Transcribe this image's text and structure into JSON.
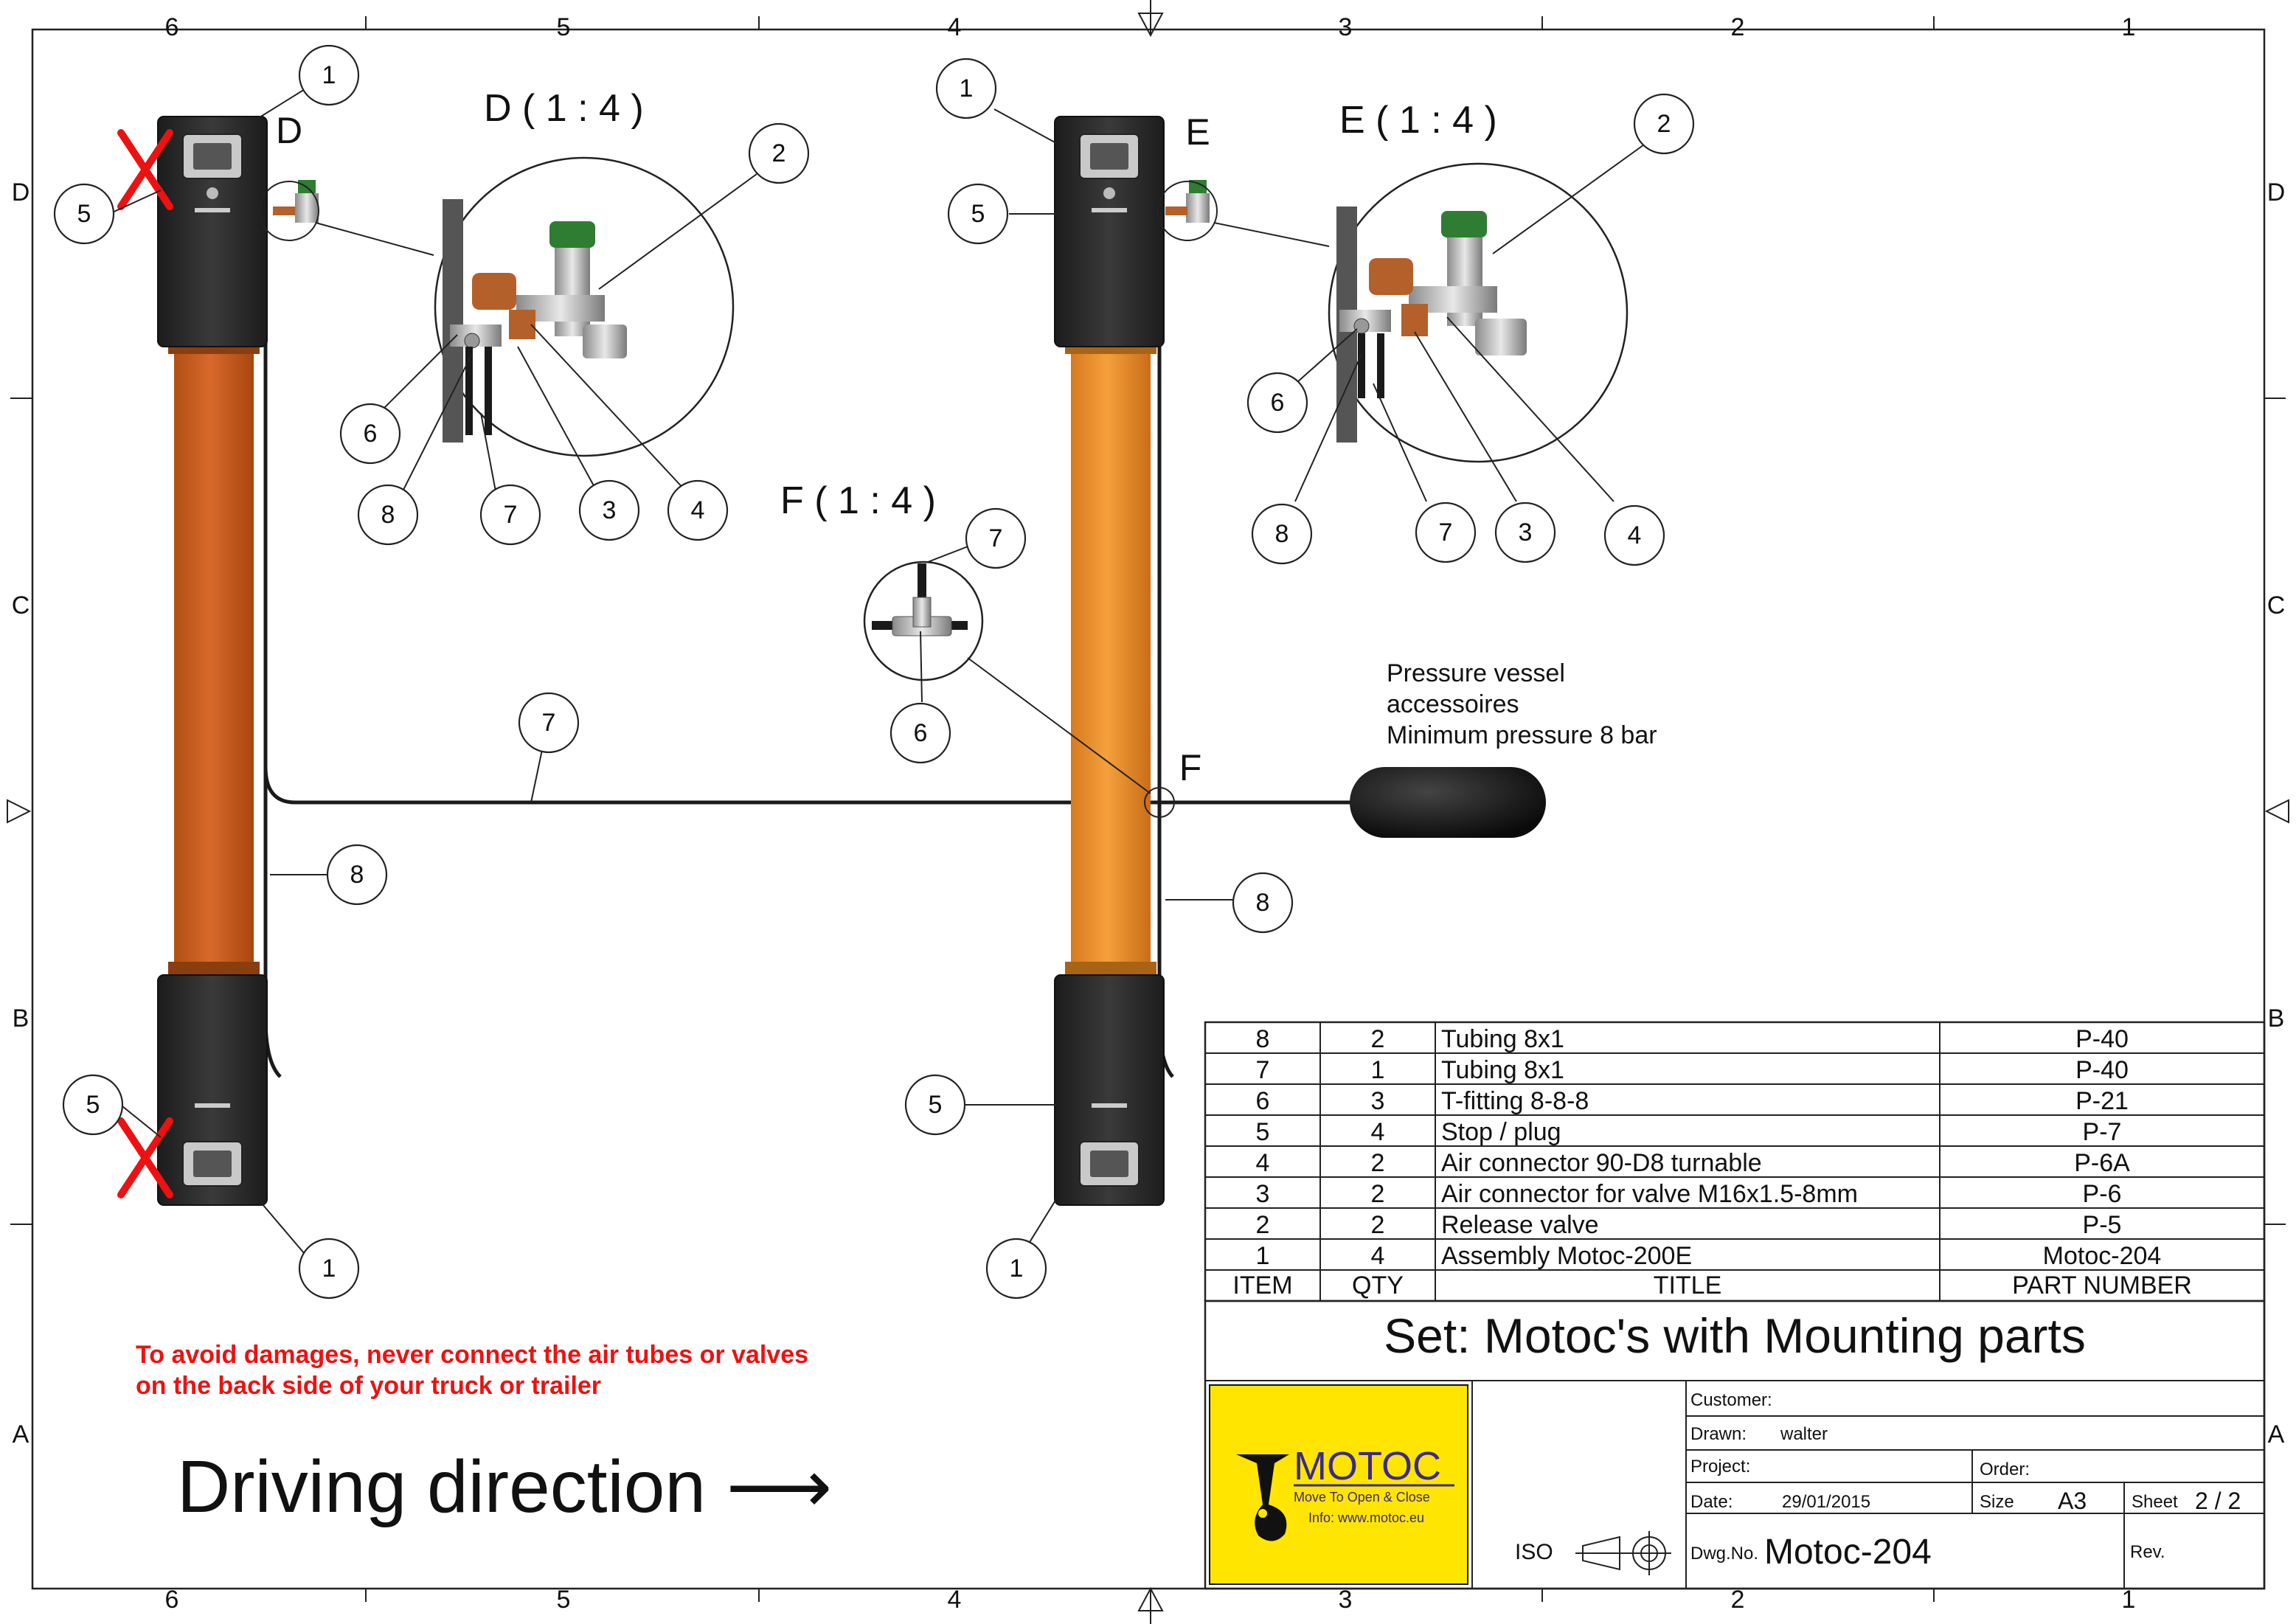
{
  "border": {
    "column_labels": [
      "6",
      "5",
      "4",
      "3",
      "2",
      "1"
    ],
    "row_labels": [
      "D",
      "C",
      "B",
      "A"
    ]
  },
  "details": {
    "d": {
      "title": "D ( 1 : 4 )",
      "marker": "D"
    },
    "e": {
      "title": "E ( 1 : 4 )",
      "marker": "E"
    },
    "f": {
      "title": "F ( 1 : 4 )",
      "marker": "F"
    }
  },
  "callouts": {
    "left_top_1": "1",
    "left_top_5": "5",
    "left_bottom_5": "5",
    "left_bottom_1": "1",
    "left_8": "8",
    "d_2": "2",
    "d_6": "6",
    "d_8": "8",
    "d_7": "7",
    "d_3": "3",
    "d_4": "4",
    "center_1": "1",
    "center_5": "5",
    "center_bottom_5": "5",
    "center_bottom_1": "1",
    "center_8": "8",
    "e_2": "2",
    "e_6": "6",
    "e_8": "8",
    "e_7": "7",
    "e_3": "3",
    "e_4": "4",
    "f_7": "7",
    "f_6": "6",
    "tube_7": "7"
  },
  "vessel": {
    "lines": [
      "Pressure vessel",
      "accessoires",
      "Minimum pressure 8 bar"
    ]
  },
  "warning": {
    "lines": [
      "To avoid damages, never connect the air tubes or valves",
      "on the back side of your truck or trailer"
    ],
    "color": "#ee1111"
  },
  "driving_direction": "Driving direction ⟶",
  "bom": {
    "headers": [
      "ITEM",
      "QTY",
      "TITLE",
      "PART NUMBER"
    ],
    "rows": [
      {
        "item": "8",
        "qty": "2",
        "title": "Tubing 8x1",
        "part": "P-40"
      },
      {
        "item": "7",
        "qty": "1",
        "title": "Tubing 8x1",
        "part": "P-40"
      },
      {
        "item": "6",
        "qty": "3",
        "title": "T-fitting 8-8-8",
        "part": "P-21"
      },
      {
        "item": "5",
        "qty": "4",
        "title": "Stop / plug",
        "part": "P-7"
      },
      {
        "item": "4",
        "qty": "2",
        "title": "Air connector 90-D8 turnable",
        "part": "P-6A"
      },
      {
        "item": "3",
        "qty": "2",
        "title": "Air connector for valve M16x1.5-8mm",
        "part": "P-6"
      },
      {
        "item": "2",
        "qty": "2",
        "title": "Release valve",
        "part": "P-5"
      },
      {
        "item": "1",
        "qty": "4",
        "title": "Assembly Motoc-200E",
        "part": "Motoc-204"
      }
    ]
  },
  "title_block": {
    "set_title": "Set: Motoc's with Mounting parts",
    "logo_name": "MOTOC",
    "logo_tagline": "Move To Open & Close",
    "logo_info": "Info: www.motoc.eu",
    "customer_label": "Customer:",
    "drawn_label": "Drawn:",
    "drawn_value": "walter",
    "project_label": "Project:",
    "order_label": "Order:",
    "date_label": "Date:",
    "date_value": "29/01/2015",
    "size_label": "Size",
    "size_value": "A3",
    "sheet_label": "Sheet",
    "sheet_value": "2 / 2",
    "iso_label": "ISO",
    "dwg_label": "Dwg.No.",
    "dwg_value": "Motoc-204",
    "rev_label": "Rev."
  },
  "colors": {
    "beam_orange": "#d2651f",
    "beam_orange_light": "#f09a35",
    "housing_dark": "#2c2c2c",
    "logo_yellow": "#ffe500",
    "valve_green": "#2f7d32",
    "fitting_copper": "#b3602a",
    "x_mark": "#ee1111"
  }
}
